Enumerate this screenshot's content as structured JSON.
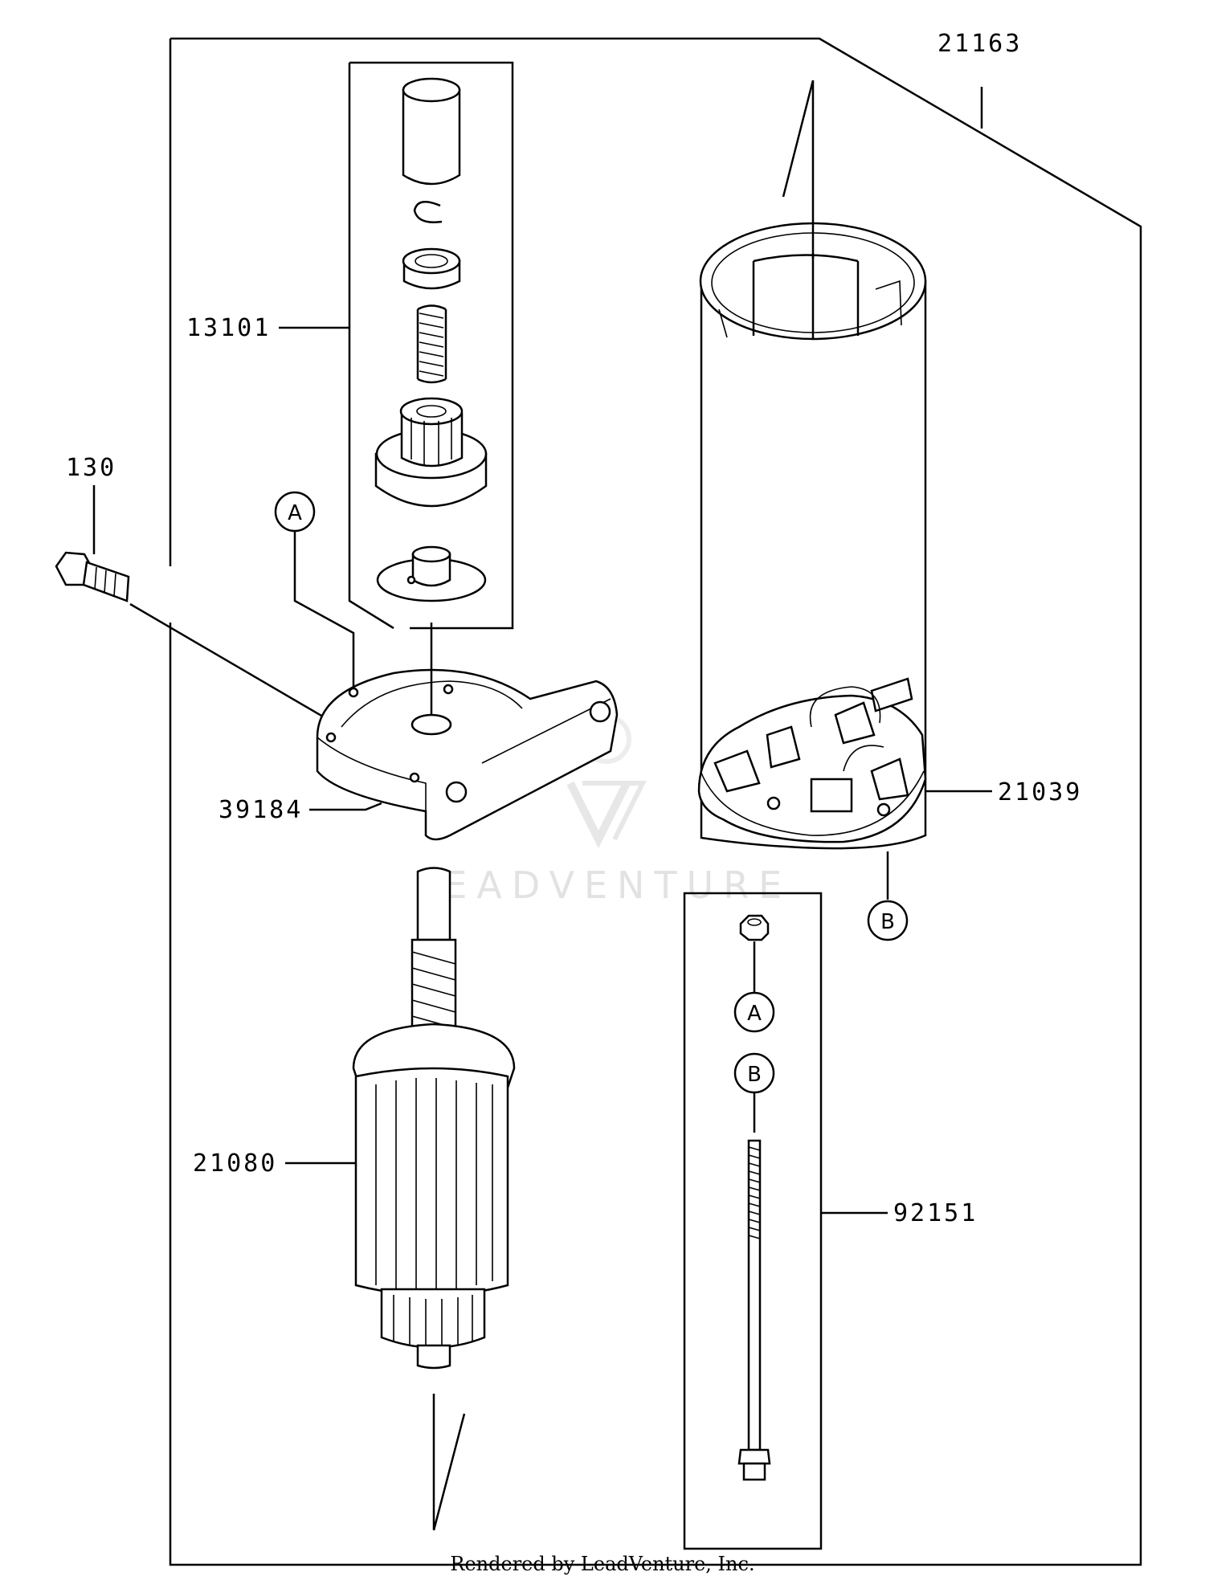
{
  "parts": {
    "p21163": "21163",
    "p13101": "13101",
    "p130": "130",
    "p39184": "39184",
    "p21039": "21039",
    "p21080": "21080",
    "p92151": "92151"
  },
  "callouts": {
    "a_top": "A",
    "b_right": "B",
    "a_bolt": "A",
    "b_bolt": "B"
  },
  "watermark": "LEADVENTURE",
  "footer": "Rendered by LeadVenture, Inc."
}
